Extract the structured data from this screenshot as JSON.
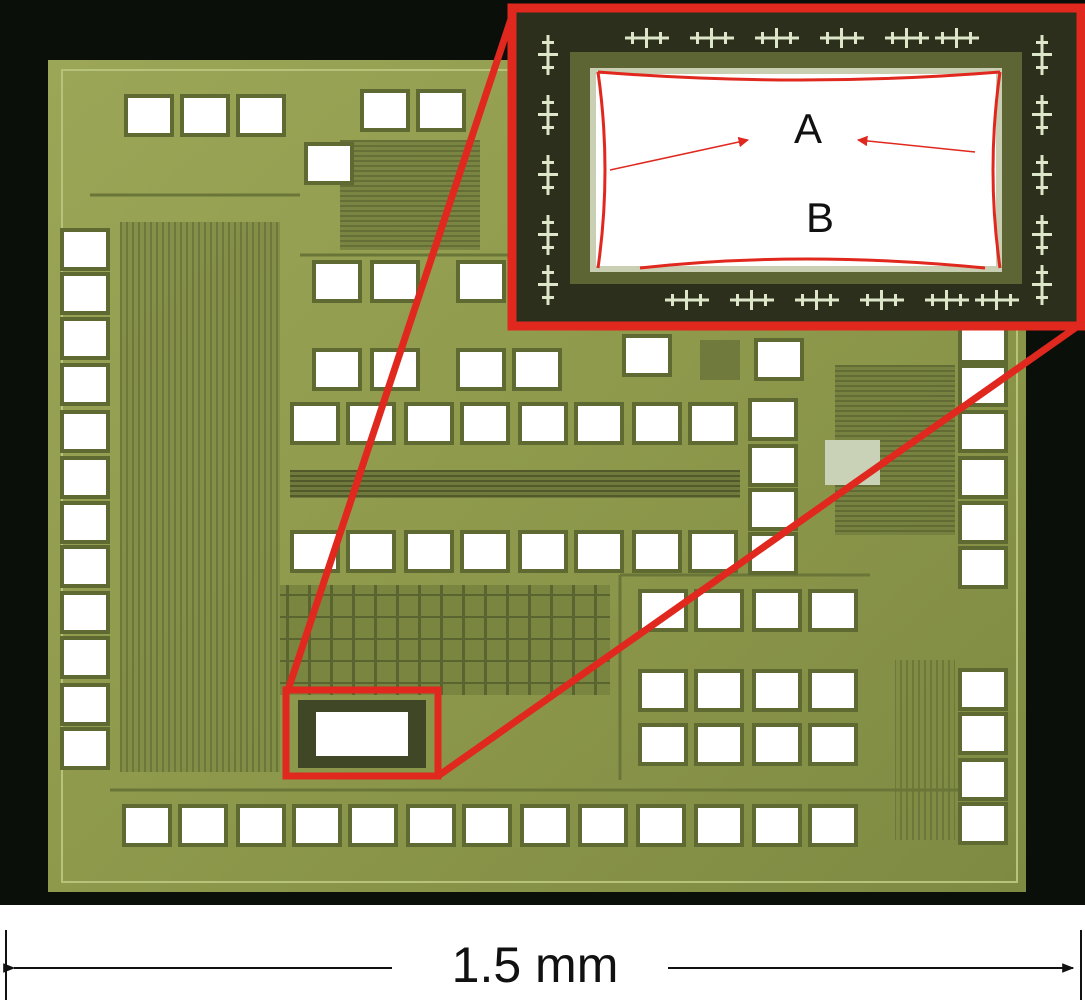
{
  "figure": {
    "scale_bar_label": "1.5 mm",
    "inset_labels": {
      "a": "A",
      "b": "B"
    }
  },
  "colors": {
    "background_dark": "#0b0f0a",
    "die_green": "#8f9a4e",
    "pad_white": "#ffffff",
    "highlight_red": "#e0281e",
    "label_ink": "#111111"
  }
}
